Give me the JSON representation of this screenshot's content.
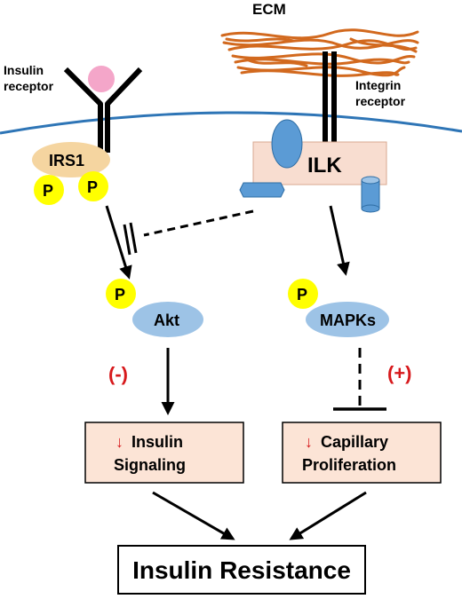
{
  "labels": {
    "ecm": "ECM",
    "insulin_receptor_line1": "Insulin",
    "insulin_receptor_line2": "receptor",
    "integrin_receptor_line1": "Integrin",
    "integrin_receptor_line2": "receptor",
    "irs1": "IRS1",
    "ilk": "ILK",
    "phospho": "P",
    "akt": "Akt",
    "mapks": "MAPKs",
    "minus_effect": "(-)",
    "plus_effect": "(+)",
    "down_arrow": "↓",
    "insulin_signaling_line1": "Insulin",
    "insulin_signaling_line2": "Signaling",
    "capillary_line1": "Capillary",
    "capillary_line2": "Proliferation",
    "insulin_resistance": "Insulin Resistance"
  },
  "colors": {
    "ecm_fibers": "#d2691e",
    "membrane": "#2e75b6",
    "irs1_fill": "#f5d5a0",
    "phospho_fill": "#ffff00",
    "kinase_fill": "#9dc3e6",
    "ilk_box": "#f8ddd0",
    "domain_fill": "#5b9bd5",
    "ligand_fill": "#f4a6c9",
    "effect_red": "#d7191c",
    "outcome_box": "#fce4d6"
  }
}
